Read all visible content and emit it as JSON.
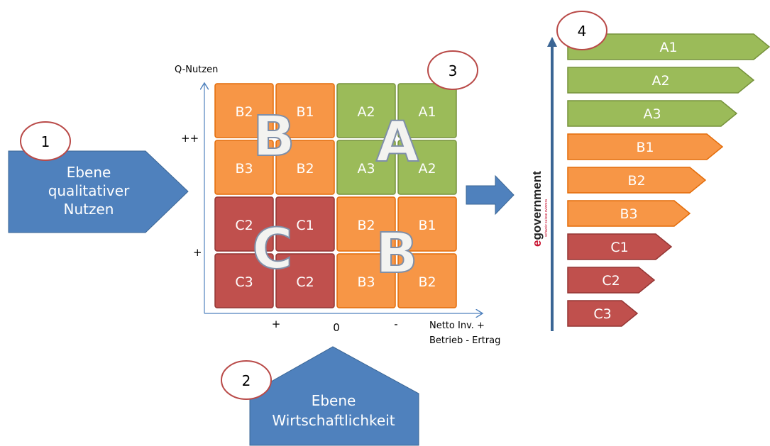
{
  "left_level": {
    "badge": "1",
    "label_lines": [
      "Ebene",
      "qualitativer",
      "Nutzen"
    ]
  },
  "bottom_level": {
    "badge": "2",
    "label_lines": [
      "Ebene",
      "Wirtschaftlichkeit"
    ]
  },
  "matrix": {
    "badge": "3",
    "y_axis_label": "Q-Nutzen",
    "y_ticks": [
      "++",
      "+"
    ],
    "x_ticks": [
      "+",
      "0",
      "-"
    ],
    "x_axis_label_lines": [
      "Netto Inv. +",
      "Betrieb - Ertrag"
    ],
    "rows": [
      [
        "B2",
        "B1",
        "A2",
        "A1"
      ],
      [
        "B3",
        "B2",
        "A3",
        "A2"
      ],
      [
        "C2",
        "C1",
        "B2",
        "B1"
      ],
      [
        "C3",
        "C2",
        "B3",
        "B2"
      ]
    ],
    "big_letters": [
      "B",
      "A",
      "C",
      "B"
    ]
  },
  "ranking": {
    "badge": "4",
    "items": [
      "A1",
      "A2",
      "A3",
      "B1",
      "B2",
      "B3",
      "C1",
      "C2",
      "C3"
    ]
  },
  "logo": {
    "e": "e",
    "rest": "government",
    "sub": "schweiz suisse svizzera"
  },
  "colors": {
    "blue": "#4f81bd",
    "blue_dark": "#3a6594",
    "orange": "#f79646",
    "orange_border": "#e36c09",
    "green": "#9bbb59",
    "green_border": "#76923c",
    "red": "#c0504d",
    "red_border": "#943634",
    "badge_border": "#b94a48",
    "axis": "#4f81bd"
  }
}
